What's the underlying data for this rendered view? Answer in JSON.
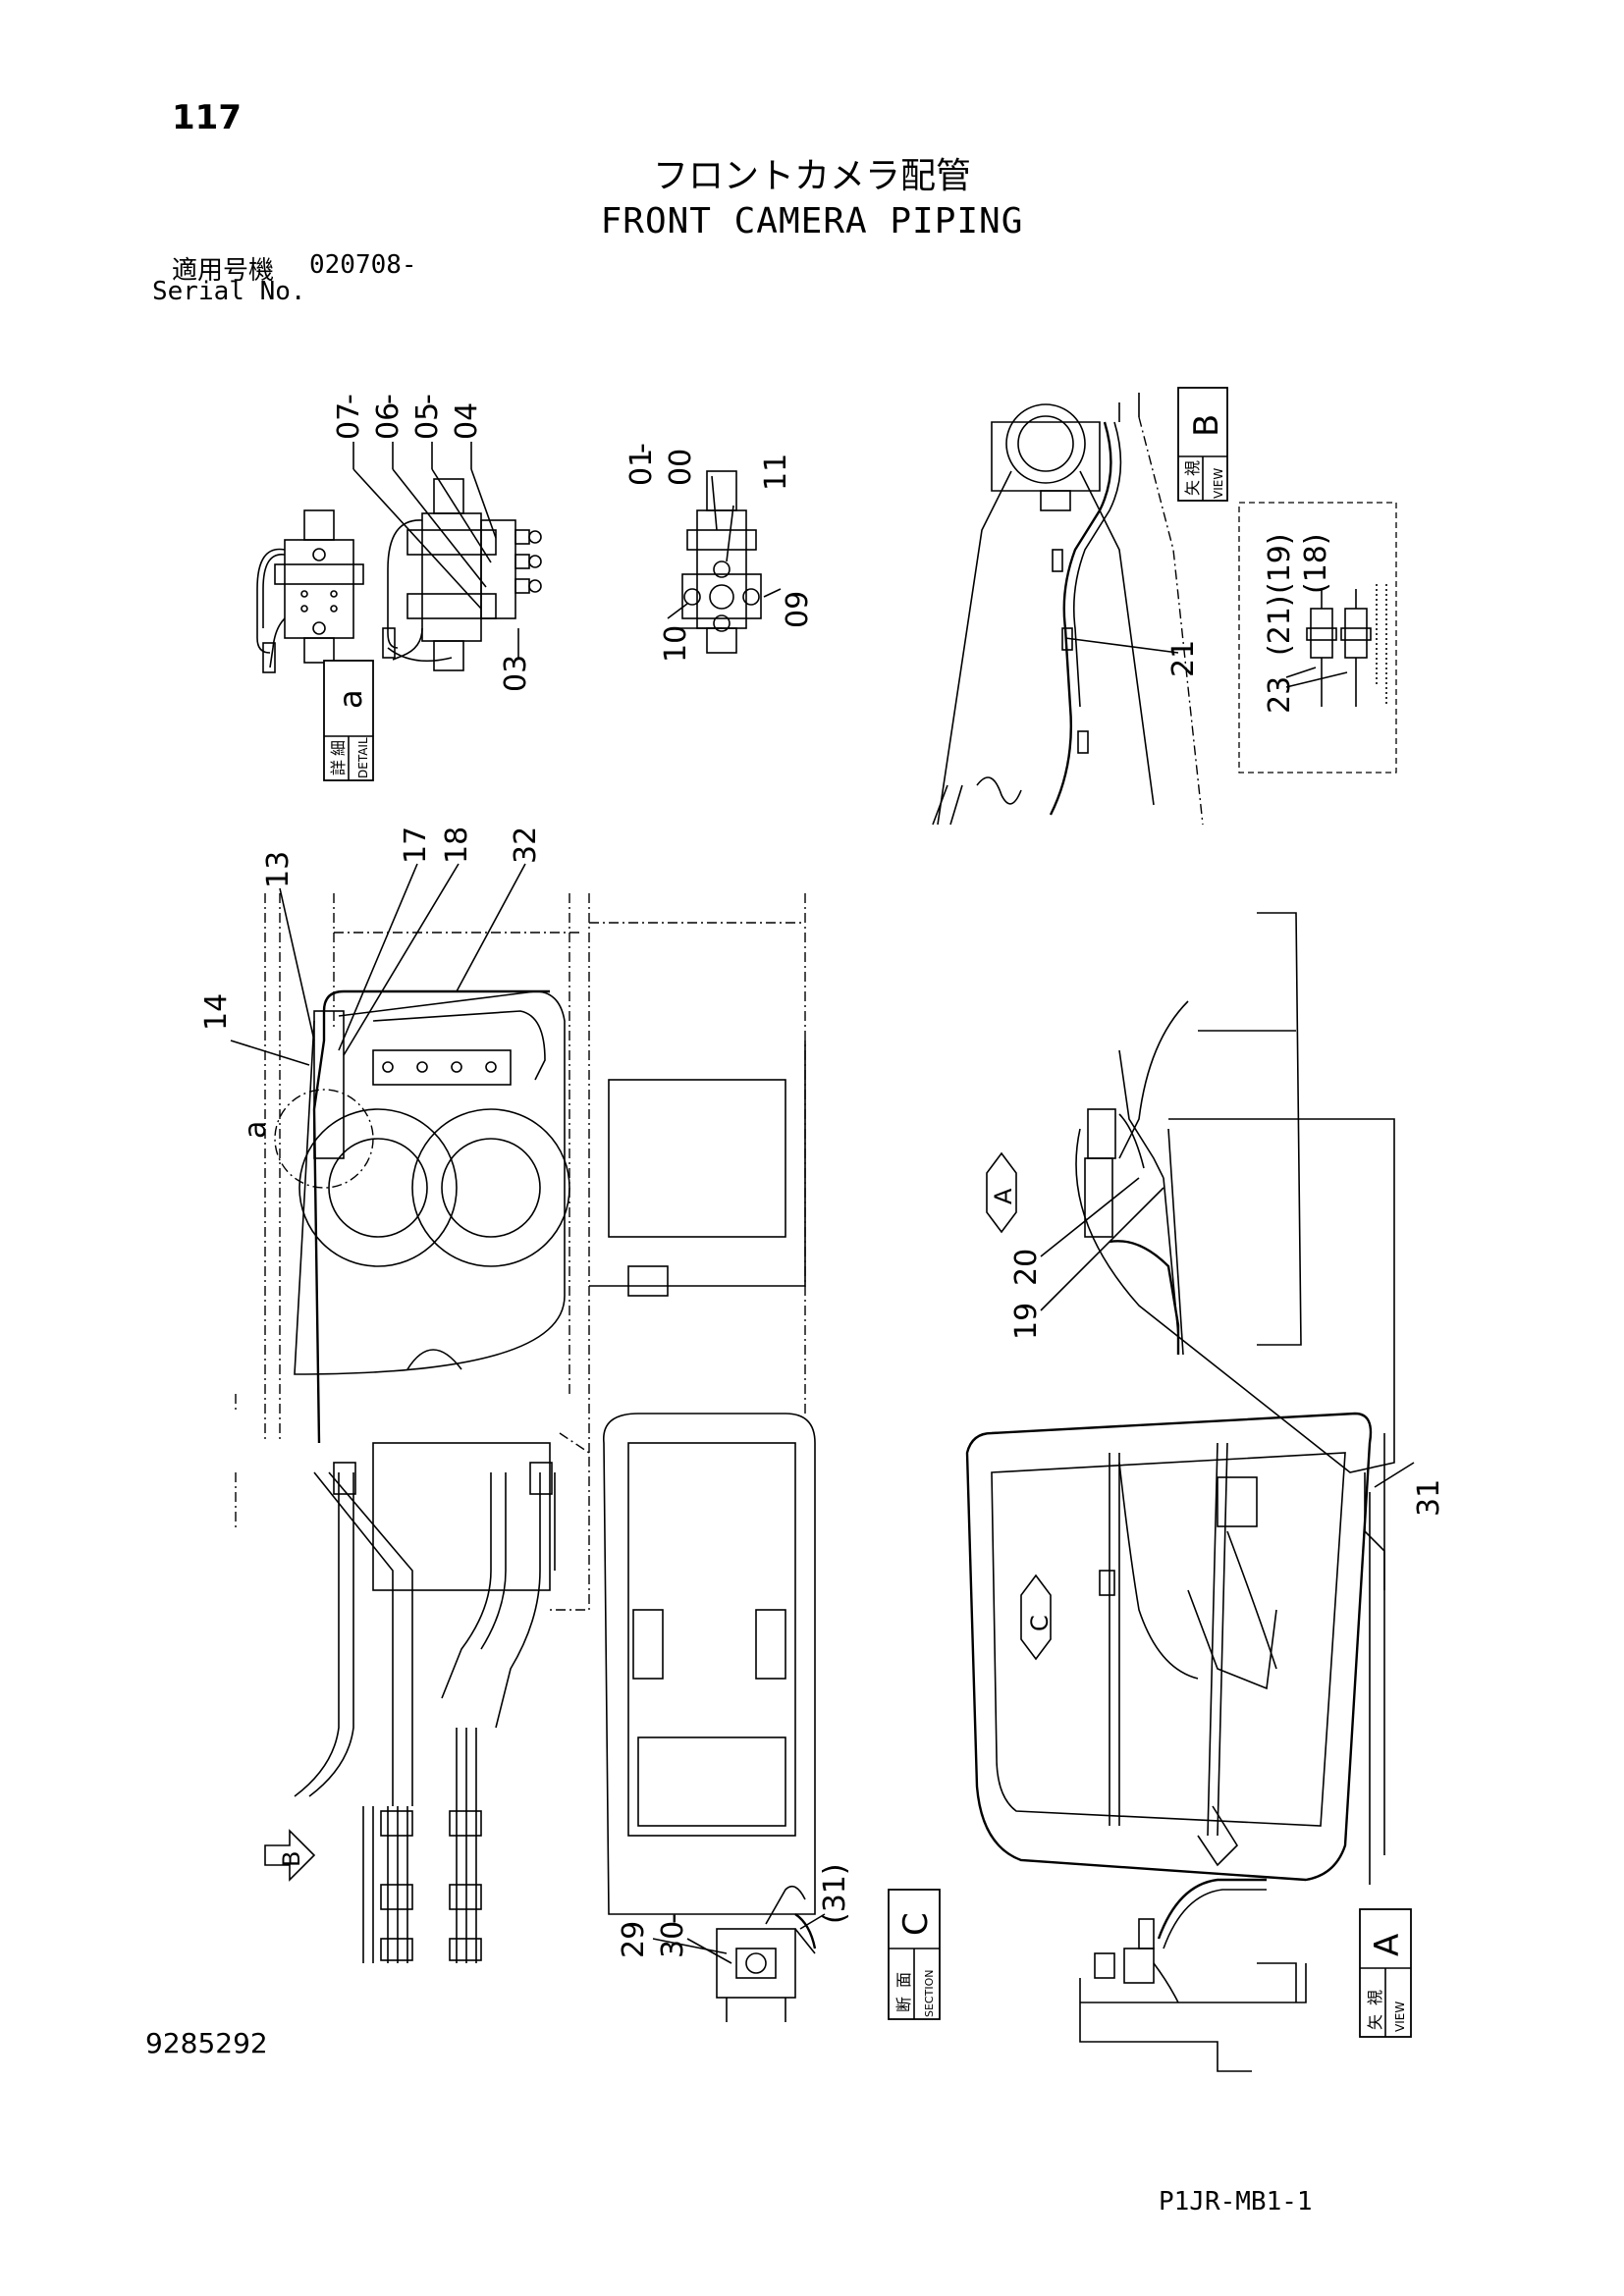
{
  "header": {
    "page_number": "117",
    "title_jp": "フロントカメラ配管",
    "title_en": "FRONT CAMERA PIPING",
    "serial_label_jp": "適用号機",
    "serial_value": "020708-",
    "serial_label_en": "Serial No."
  },
  "footer": {
    "doc_number": "9285292",
    "page_code": "P1JR-MB1-1"
  },
  "views": {
    "detail_a": {
      "label_jp_1": "詳",
      "label_jp_2": "細",
      "label_en": "DETAIL",
      "letter": "a"
    },
    "view_b": {
      "label_jp_1": "矢",
      "label_jp_2": "視",
      "label_en": "VIEW",
      "letter": "B"
    },
    "section_c": {
      "label_jp_1": "断",
      "label_jp_2": "面",
      "label_en": "SECTION",
      "letter": "C"
    },
    "view_a": {
      "label_jp_1": "矢",
      "label_jp_2": "視",
      "label_en": "VIEW",
      "letter": "A"
    }
  },
  "callouts": {
    "c07": "07",
    "c06": "06",
    "c05": "05",
    "c04": "04",
    "c03": "03",
    "c01": "01",
    "c00": "00",
    "c11": "11",
    "c09": "09",
    "c10": "10",
    "c19p": "(19)",
    "c18p": "(18)",
    "c21p": "(21)",
    "c23": "23",
    "c21": "21",
    "c13": "13",
    "c17": "17",
    "c18": "18",
    "c32": "32",
    "c14": "14",
    "ca": "a",
    "c20": "20",
    "c19": "19",
    "c31": "31",
    "c29": "29",
    "c30": "30",
    "c31p": "(31)",
    "arrowA": "A",
    "arrowB": "B",
    "arrowC": "C"
  }
}
